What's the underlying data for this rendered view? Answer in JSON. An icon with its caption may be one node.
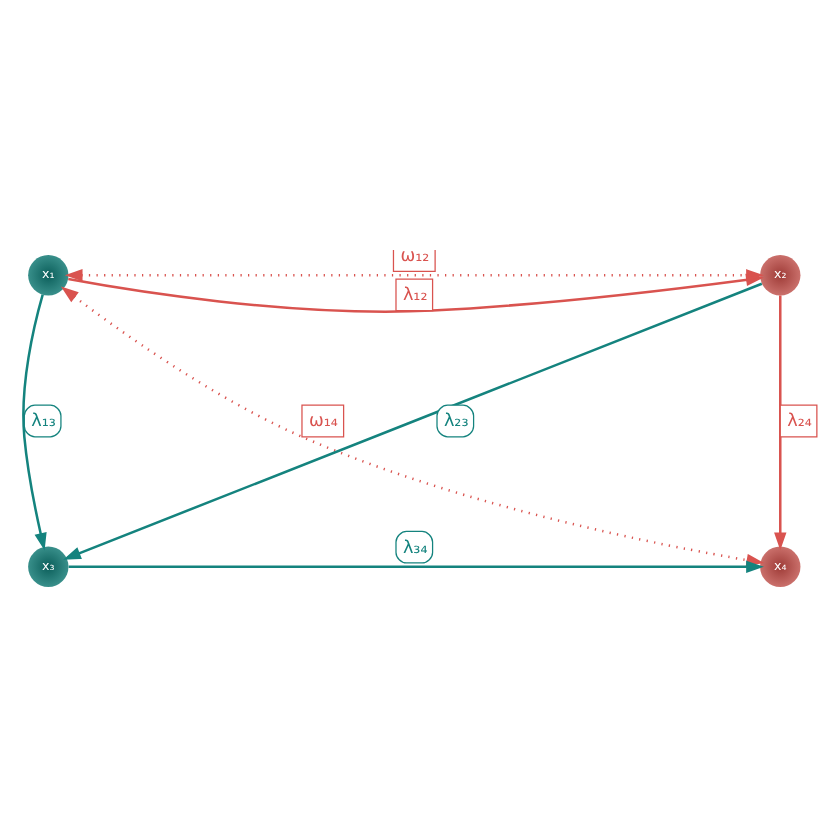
{
  "diagram": {
    "nodes": [
      {
        "text": [
          "x₁"
        ]
      },
      {
        "text": [
          "x₂"
        ]
      },
      {
        "text": [
          "x₃"
        ]
      },
      {
        "text": [
          "x₄"
        ]
      }
    ],
    "edges": [
      {
        "from": 0,
        "to": 1,
        "arrow": "to",
        "label": "λ₁₂",
        "color": "#d9534f"
      },
      {
        "from": 0,
        "to": 2,
        "arrow": "to",
        "label": "λ₁₃",
        "color": "#14837e"
      },
      {
        "from": 1,
        "to": 2,
        "arrow": "to",
        "label": "λ₂₃",
        "color": "#14837e"
      },
      {
        "from": 1,
        "to": 3,
        "arrow": "to",
        "label": "λ₂₄",
        "color": "#d9534f"
      },
      {
        "from": 2,
        "to": 3,
        "arrow": "to",
        "label": "λ₃₄",
        "color": "#14837e"
      },
      {
        "from": 0,
        "to": 1,
        "arrow": "both",
        "label": "ω₁₂",
        "style": "dashed",
        "color": "#d9534f"
      },
      {
        "from": 0,
        "to": 3,
        "arrow": "both",
        "label": "ω₁₄",
        "style": "dashed",
        "color": "#d9534f"
      }
    ]
  }
}
